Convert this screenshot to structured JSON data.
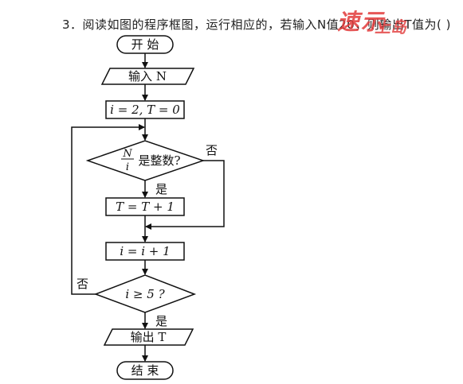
{
  "question": {
    "text": "3．阅读如图的程序框图，运行相应的，若输入N值20，则输出T值为(    )"
  },
  "watermark": {
    "text": "速示",
    "tail": "上岛"
  },
  "flowchart": {
    "start": "开  始",
    "input": "输入  N",
    "init": "i = 2,  T = 0",
    "decision1": {
      "frac_num": "N",
      "frac_den": "i",
      "text": "是整数?"
    },
    "decision1_yes": "是",
    "decision1_no": "否",
    "increment_t": "T = T + 1",
    "increment_i": "i = i + 1",
    "decision2": "i ≥ 5 ?",
    "decision2_yes": "是",
    "decision2_no": "否",
    "output": "输出  T",
    "end": "结  束"
  }
}
